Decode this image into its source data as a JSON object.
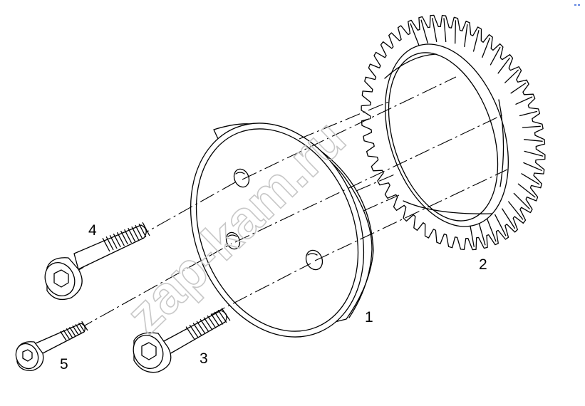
{
  "callouts": {
    "part_1": "1",
    "part_2": "2",
    "part_3": "3",
    "part_4": "4",
    "part_5": "5"
  },
  "watermark": {
    "text": "zap-kam.ru"
  },
  "colors": {
    "line": "#000000",
    "background": "#ffffff",
    "watermark": "#c7c7c7",
    "corner_mark": "#2a5bd7"
  }
}
